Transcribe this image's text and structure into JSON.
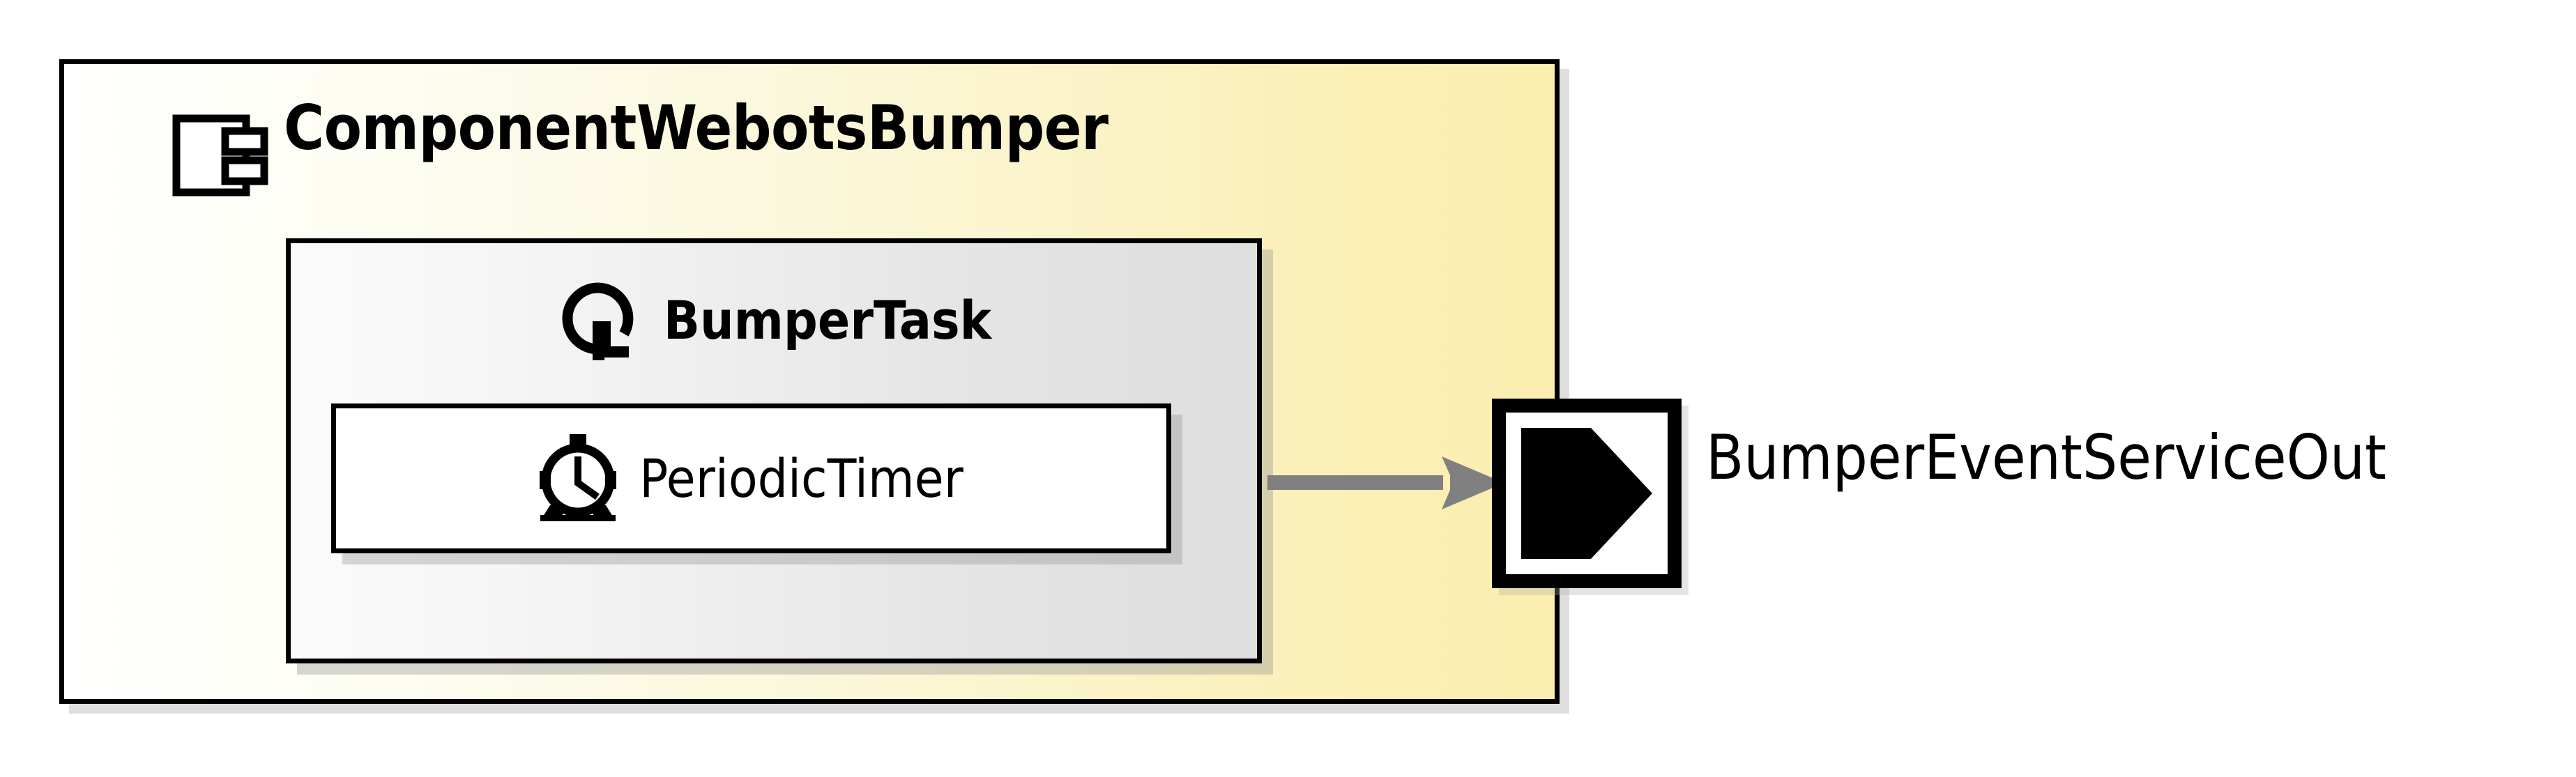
{
  "diagram": {
    "kind": "uml-component-diagram",
    "component": {
      "name": "ComponentWebotsBumper",
      "icon": "component-icon",
      "fill_gradient_from": "#ffffff",
      "fill_gradient_to": "#fbeeb0",
      "border_color": "#000000"
    },
    "task": {
      "name": "BumperTask",
      "icon": "cyclic-task-icon",
      "fill_gradient_from": "#fbfbfb",
      "fill_gradient_to": "#dedede",
      "border_color": "#000000"
    },
    "timer": {
      "name": "PeriodicTimer",
      "icon": "alarm-clock-icon",
      "fill": "#ffffff",
      "border_color": "#000000"
    },
    "connector": {
      "icon": "arrow-right-icon",
      "color": "#808080",
      "direction": "right"
    },
    "port": {
      "name": "BumperEventServiceOut",
      "icon": "provided-service-port-icon",
      "glyph_color": "#000000",
      "frame_color": "#000000",
      "fill": "#ffffff"
    }
  }
}
